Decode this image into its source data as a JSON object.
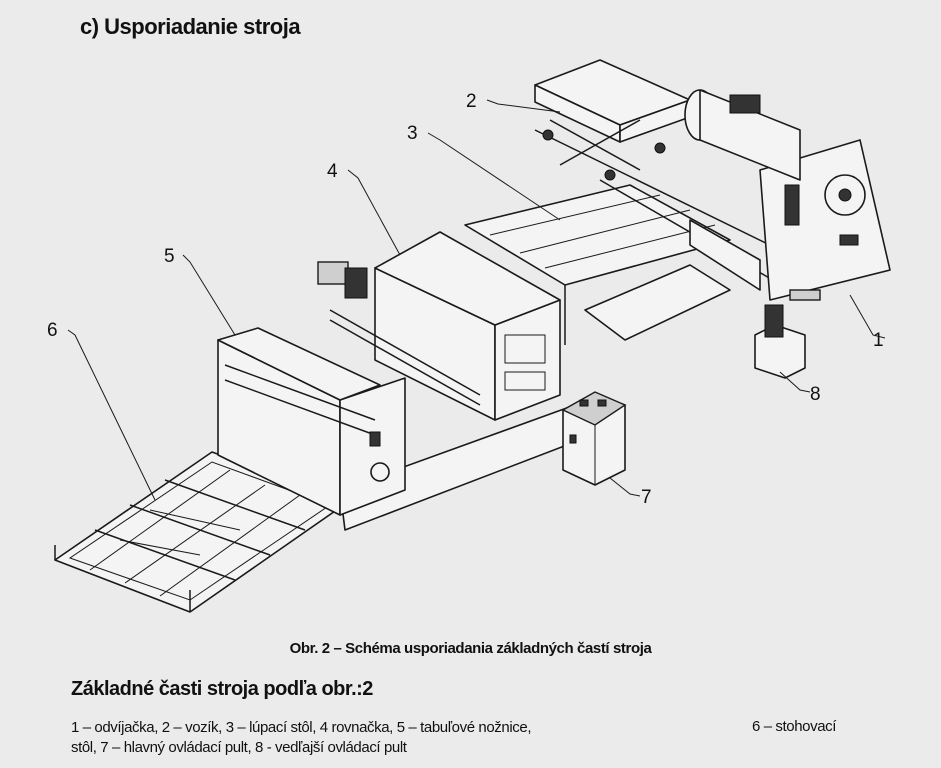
{
  "section_title": "c) Usporiadanie stroja",
  "figure": {
    "callouts": [
      "1",
      "2",
      "3",
      "4",
      "5",
      "6",
      "7",
      "8"
    ],
    "caption": "Obr. 2 – Schéma usporiadania základných častí stroja"
  },
  "parts_heading": "Základné časti stroja podľa obr.:2",
  "parts_text_line1": "1 – odvíjačka, 2 – vozík, 3 – lúpací stôl, 4 rovnačka, 5 – tabuľové nožnice,",
  "parts_text_right": "6 – stohovací",
  "parts_text_line2": "stôl, 7 – hlavný ovládací pult, 8 - vedľajší ovládací pult"
}
